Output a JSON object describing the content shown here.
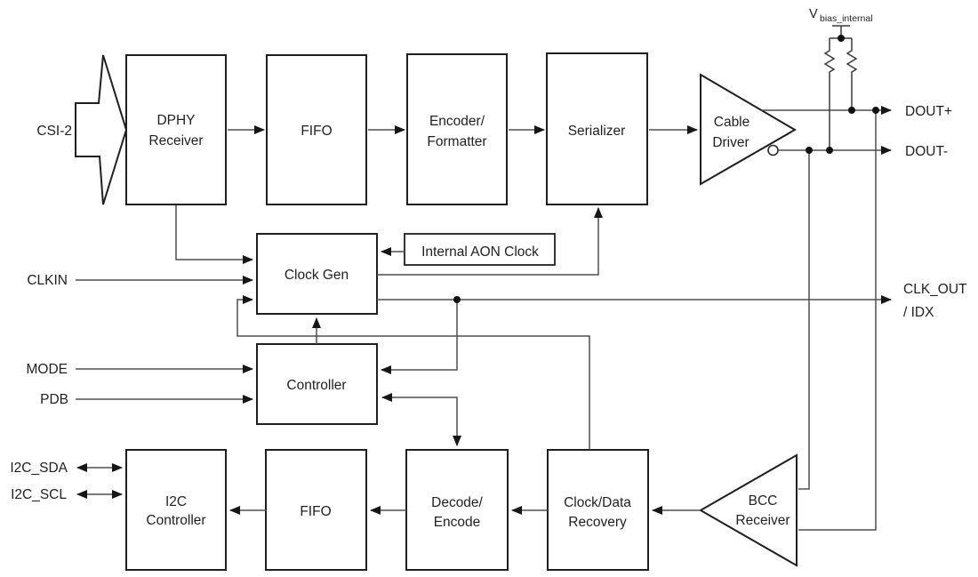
{
  "diagram": {
    "background_color": "#ffffff",
    "box_stroke_color": "#1f1f1f",
    "wire_color": "#4f4f4f",
    "text_color": "#1f1f1f"
  },
  "io": {
    "csi2": "CSI-2",
    "clkin": "CLKIN",
    "mode": "MODE",
    "pdb": "PDB",
    "i2c_sda": "I2C_SDA",
    "i2c_scl": "I2C_SCL",
    "dout_plus": "DOUT+",
    "dout_minus": "DOUT-",
    "clk_out": "CLK_OUT",
    "idx": "/ IDX",
    "vbias_v": "V",
    "vbias_sub": "bias_internal"
  },
  "blocks": {
    "dphy_receiver": {
      "lines": [
        "DPHY",
        "Receiver"
      ]
    },
    "fifo_top": {
      "lines": [
        "FIFO"
      ]
    },
    "encoder_formatter": {
      "lines": [
        "Encoder/",
        "Formatter"
      ]
    },
    "serializer": {
      "lines": [
        "Serializer"
      ]
    },
    "cable_driver": {
      "lines": [
        "Cable",
        "Driver"
      ]
    },
    "clock_gen": {
      "lines": [
        "Clock Gen"
      ]
    },
    "internal_aon_clock": {
      "lines": [
        "Internal AON Clock"
      ]
    },
    "controller": {
      "lines": [
        "Controller"
      ]
    },
    "i2c_controller": {
      "lines": [
        "I2C",
        "Controller"
      ]
    },
    "fifo_bottom": {
      "lines": [
        "FIFO"
      ]
    },
    "decode_encode": {
      "lines": [
        "Decode/",
        "Encode"
      ]
    },
    "clock_data_recovery": {
      "lines": [
        "Clock/Data",
        "Recovery"
      ]
    },
    "bcc_receiver": {
      "lines": [
        "BCC",
        "Receiver"
      ]
    }
  }
}
